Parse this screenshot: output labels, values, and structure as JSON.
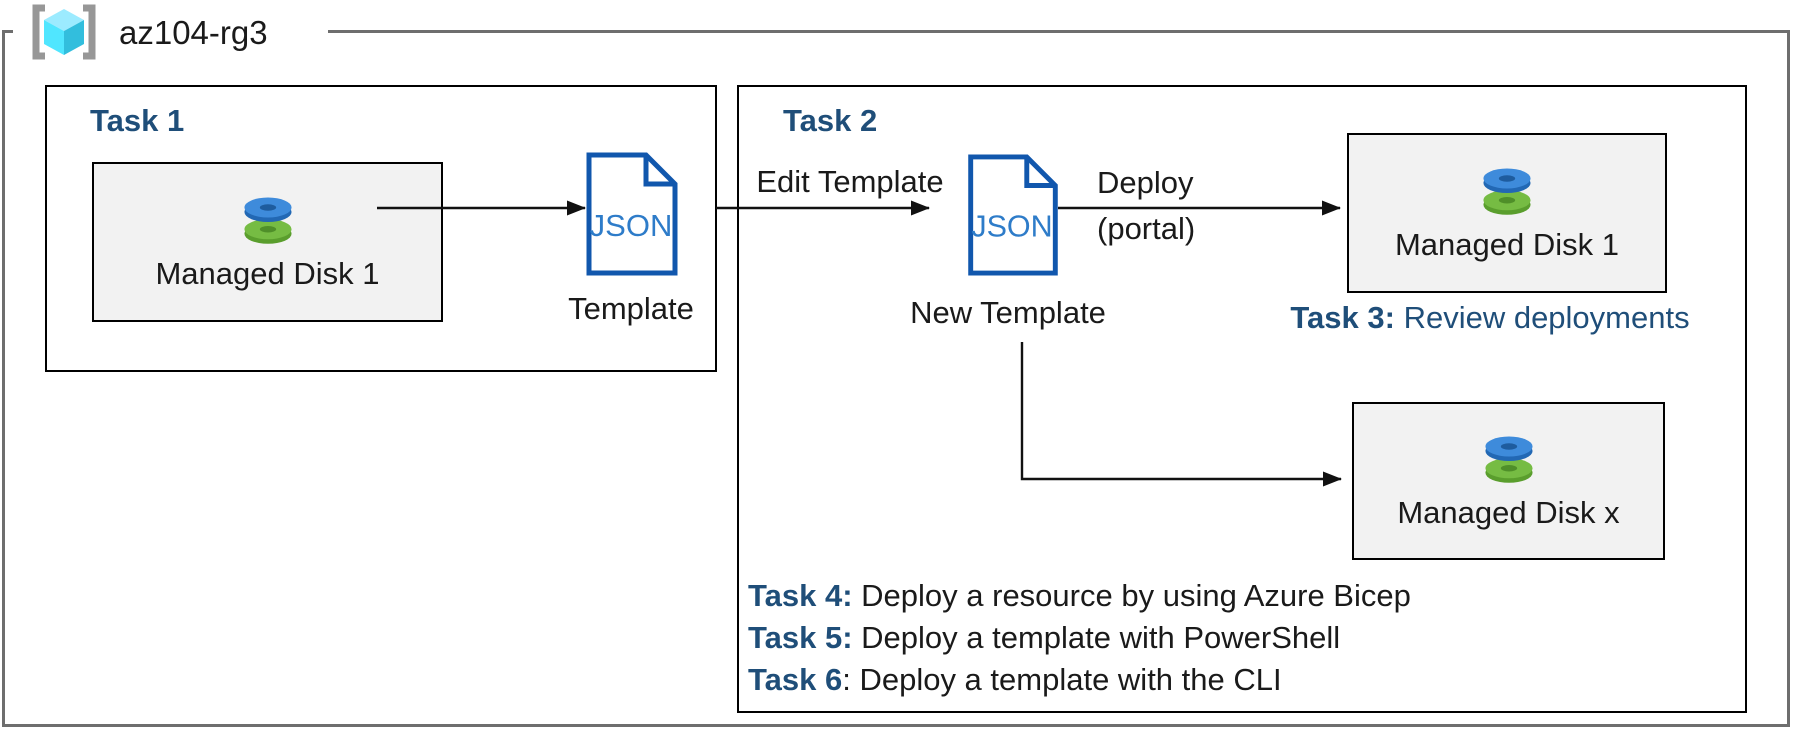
{
  "resource_group": {
    "name": "az104-rg3",
    "icon": "azure-resource-group"
  },
  "task1": {
    "title": "Task 1",
    "disk_label": "Managed Disk 1"
  },
  "template": {
    "doc_text": "JSON",
    "caption": "Template"
  },
  "task2": {
    "title": "Task 2",
    "edit_arrow_label": "Edit Template",
    "doc_text": "JSON",
    "new_template_caption": "New Template",
    "deploy_line1": "Deploy",
    "deploy_line2": "(portal)",
    "disk1_label": "Managed Disk 1",
    "diskx_label": "Managed Disk x",
    "task3_title": "Task 3:",
    "task3_text": " Review deployments",
    "task4_title": "Task 4:",
    "task4_text": " Deploy a resource by using Azure Bicep",
    "task5_title": "Task 5:",
    "task5_text": " Deploy a template with PowerShell",
    "task6_title": "Task 6",
    "task6_text": ": Deploy a template with the CLI"
  },
  "colors": {
    "heading_blue": "#1F4E79",
    "doc_border_blue": "#1157AD",
    "doc_text_blue": "#2E7CC9",
    "disk_blue": "#3E8BDB",
    "disk_green": "#76BC43",
    "box_fill_gray": "#F2F2F2",
    "frame_gray": "#6E6E6E"
  }
}
